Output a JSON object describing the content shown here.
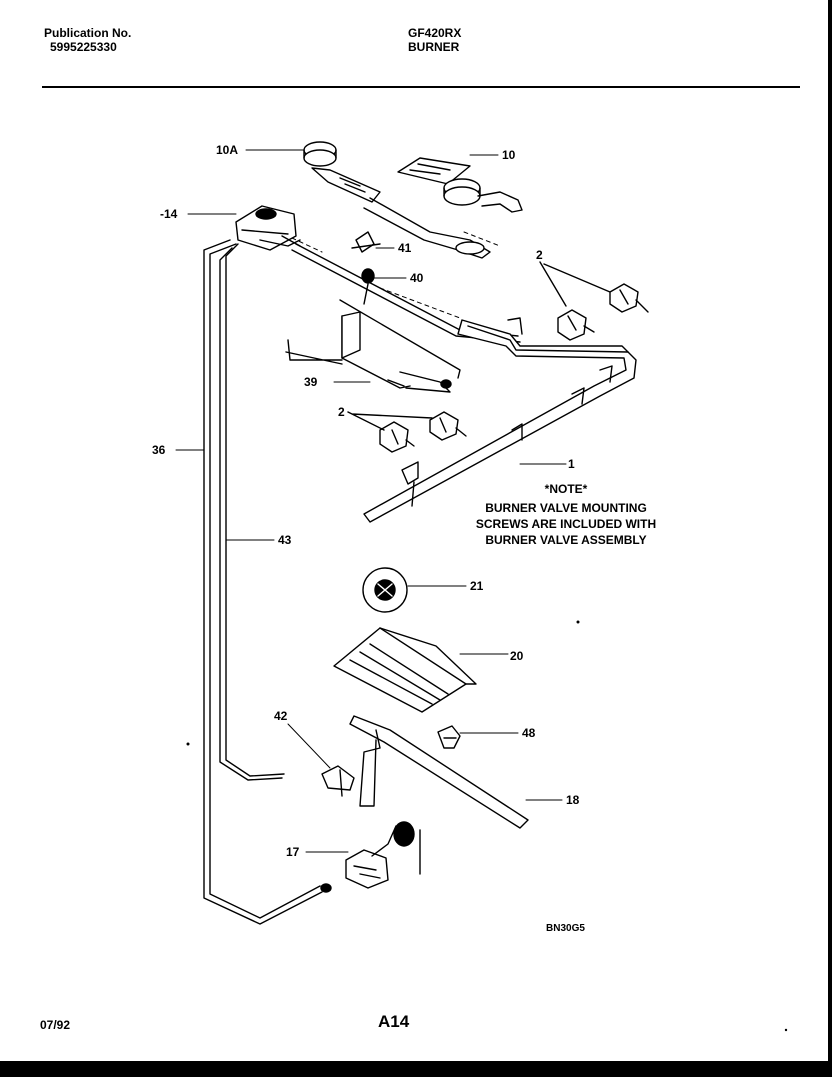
{
  "header": {
    "publication_label": "Publication No.",
    "publication_number": "5995225330",
    "model": "GF420RX",
    "section": "BURNER"
  },
  "callouts": {
    "c10A": "10A",
    "c10": "10",
    "c14": "-14",
    "c41": "41",
    "c40": "40",
    "c2a": "2",
    "c39": "39",
    "c2b": "2",
    "c36": "36",
    "c1": "1",
    "c43": "43",
    "c21": "21",
    "c20": "20",
    "c42": "42",
    "c48": "48",
    "c18": "18",
    "c17": "17"
  },
  "note": {
    "title": "*NOTE*",
    "line1": "BURNER VALVE MOUNTING",
    "line2": "SCREWS ARE INCLUDED WITH",
    "line3": "BURNER VALVE ASSEMBLY"
  },
  "drawing_code": "BN30G5",
  "footer": {
    "date": "07/92",
    "page": "A14"
  }
}
